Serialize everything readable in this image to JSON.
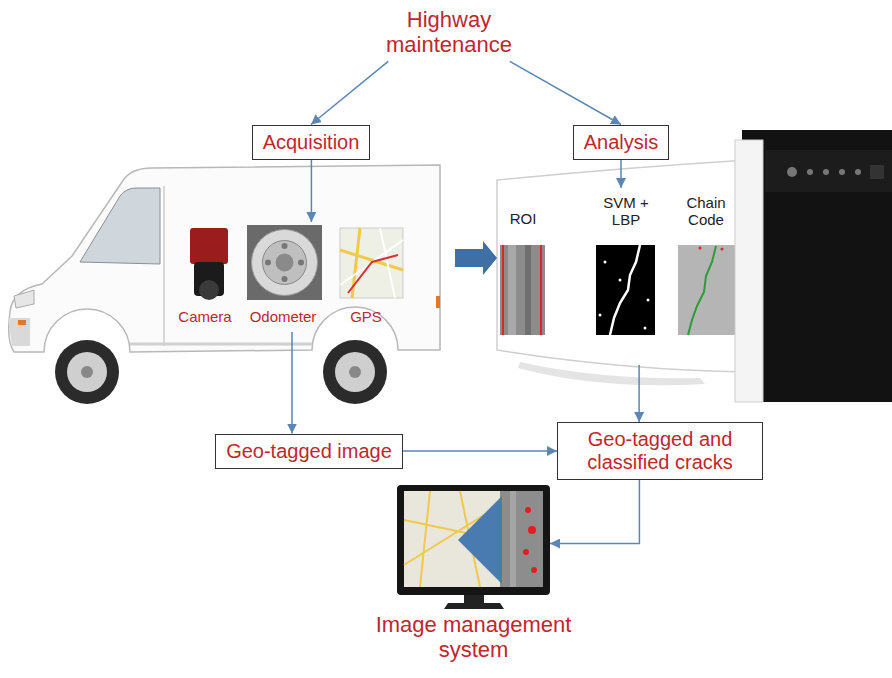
{
  "diagram": {
    "nodes": [
      {
        "text": [
          "Highway maintenance"
        ]
      },
      {
        "text": [
          "Acquisition"
        ]
      },
      {
        "text": [
          "Analysis"
        ]
      },
      {
        "text": [
          "Camera",
          "Odometer",
          "GPS"
        ]
      },
      {
        "text": [
          "ROI",
          "SVM + LBP",
          "Chain Code"
        ]
      },
      {
        "text": [
          "Geo-tagged image"
        ]
      },
      {
        "text": [
          "Geo-tagged and classified cracks"
        ]
      },
      {
        "text": [
          "Image management system"
        ]
      }
    ],
    "edges": [
      {
        "from": 0,
        "to": 1,
        "arrow": "to"
      },
      {
        "from": 0,
        "to": 2,
        "arrow": "to"
      },
      {
        "from": 1,
        "to": 3,
        "arrow": "to"
      },
      {
        "from": 2,
        "to": 4,
        "arrow": "to"
      },
      {
        "from": 3,
        "to": 4,
        "arrow": "to"
      },
      {
        "from": 3,
        "to": 5,
        "arrow": "to"
      },
      {
        "from": 4,
        "to": 6,
        "arrow": "to"
      },
      {
        "from": 5,
        "to": 6,
        "arrow": "to"
      },
      {
        "from": 6,
        "to": 7,
        "arrow": "to"
      }
    ]
  }
}
